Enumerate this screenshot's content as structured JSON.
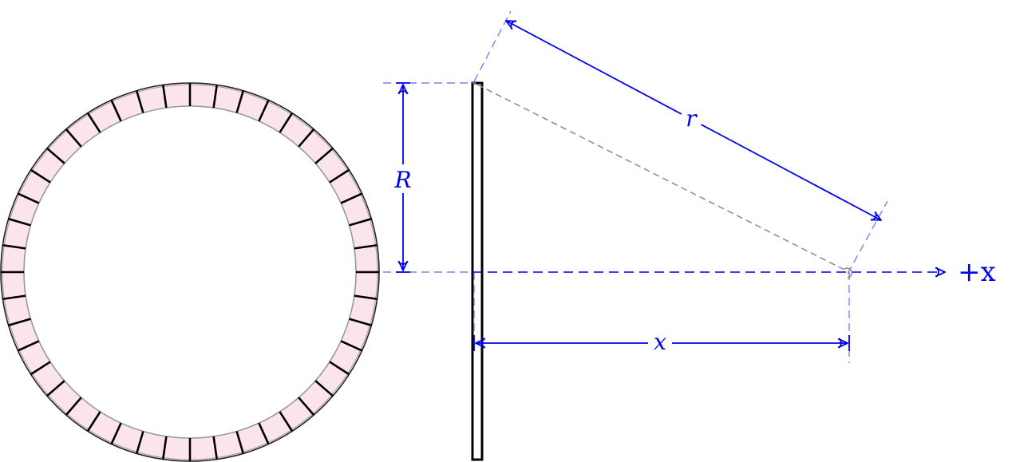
{
  "labels": {
    "R": "R",
    "r": "r",
    "x": "x",
    "axis": "+x"
  },
  "ring": {
    "segment_count": 44
  },
  "colors": {
    "ring_fill": "#fce4ef",
    "ring_stroke": "#000000",
    "ring_inner_stroke": "#999999",
    "dimension": "#0000ee",
    "extension": "#8080ee",
    "guide": "#8a8a8a"
  }
}
